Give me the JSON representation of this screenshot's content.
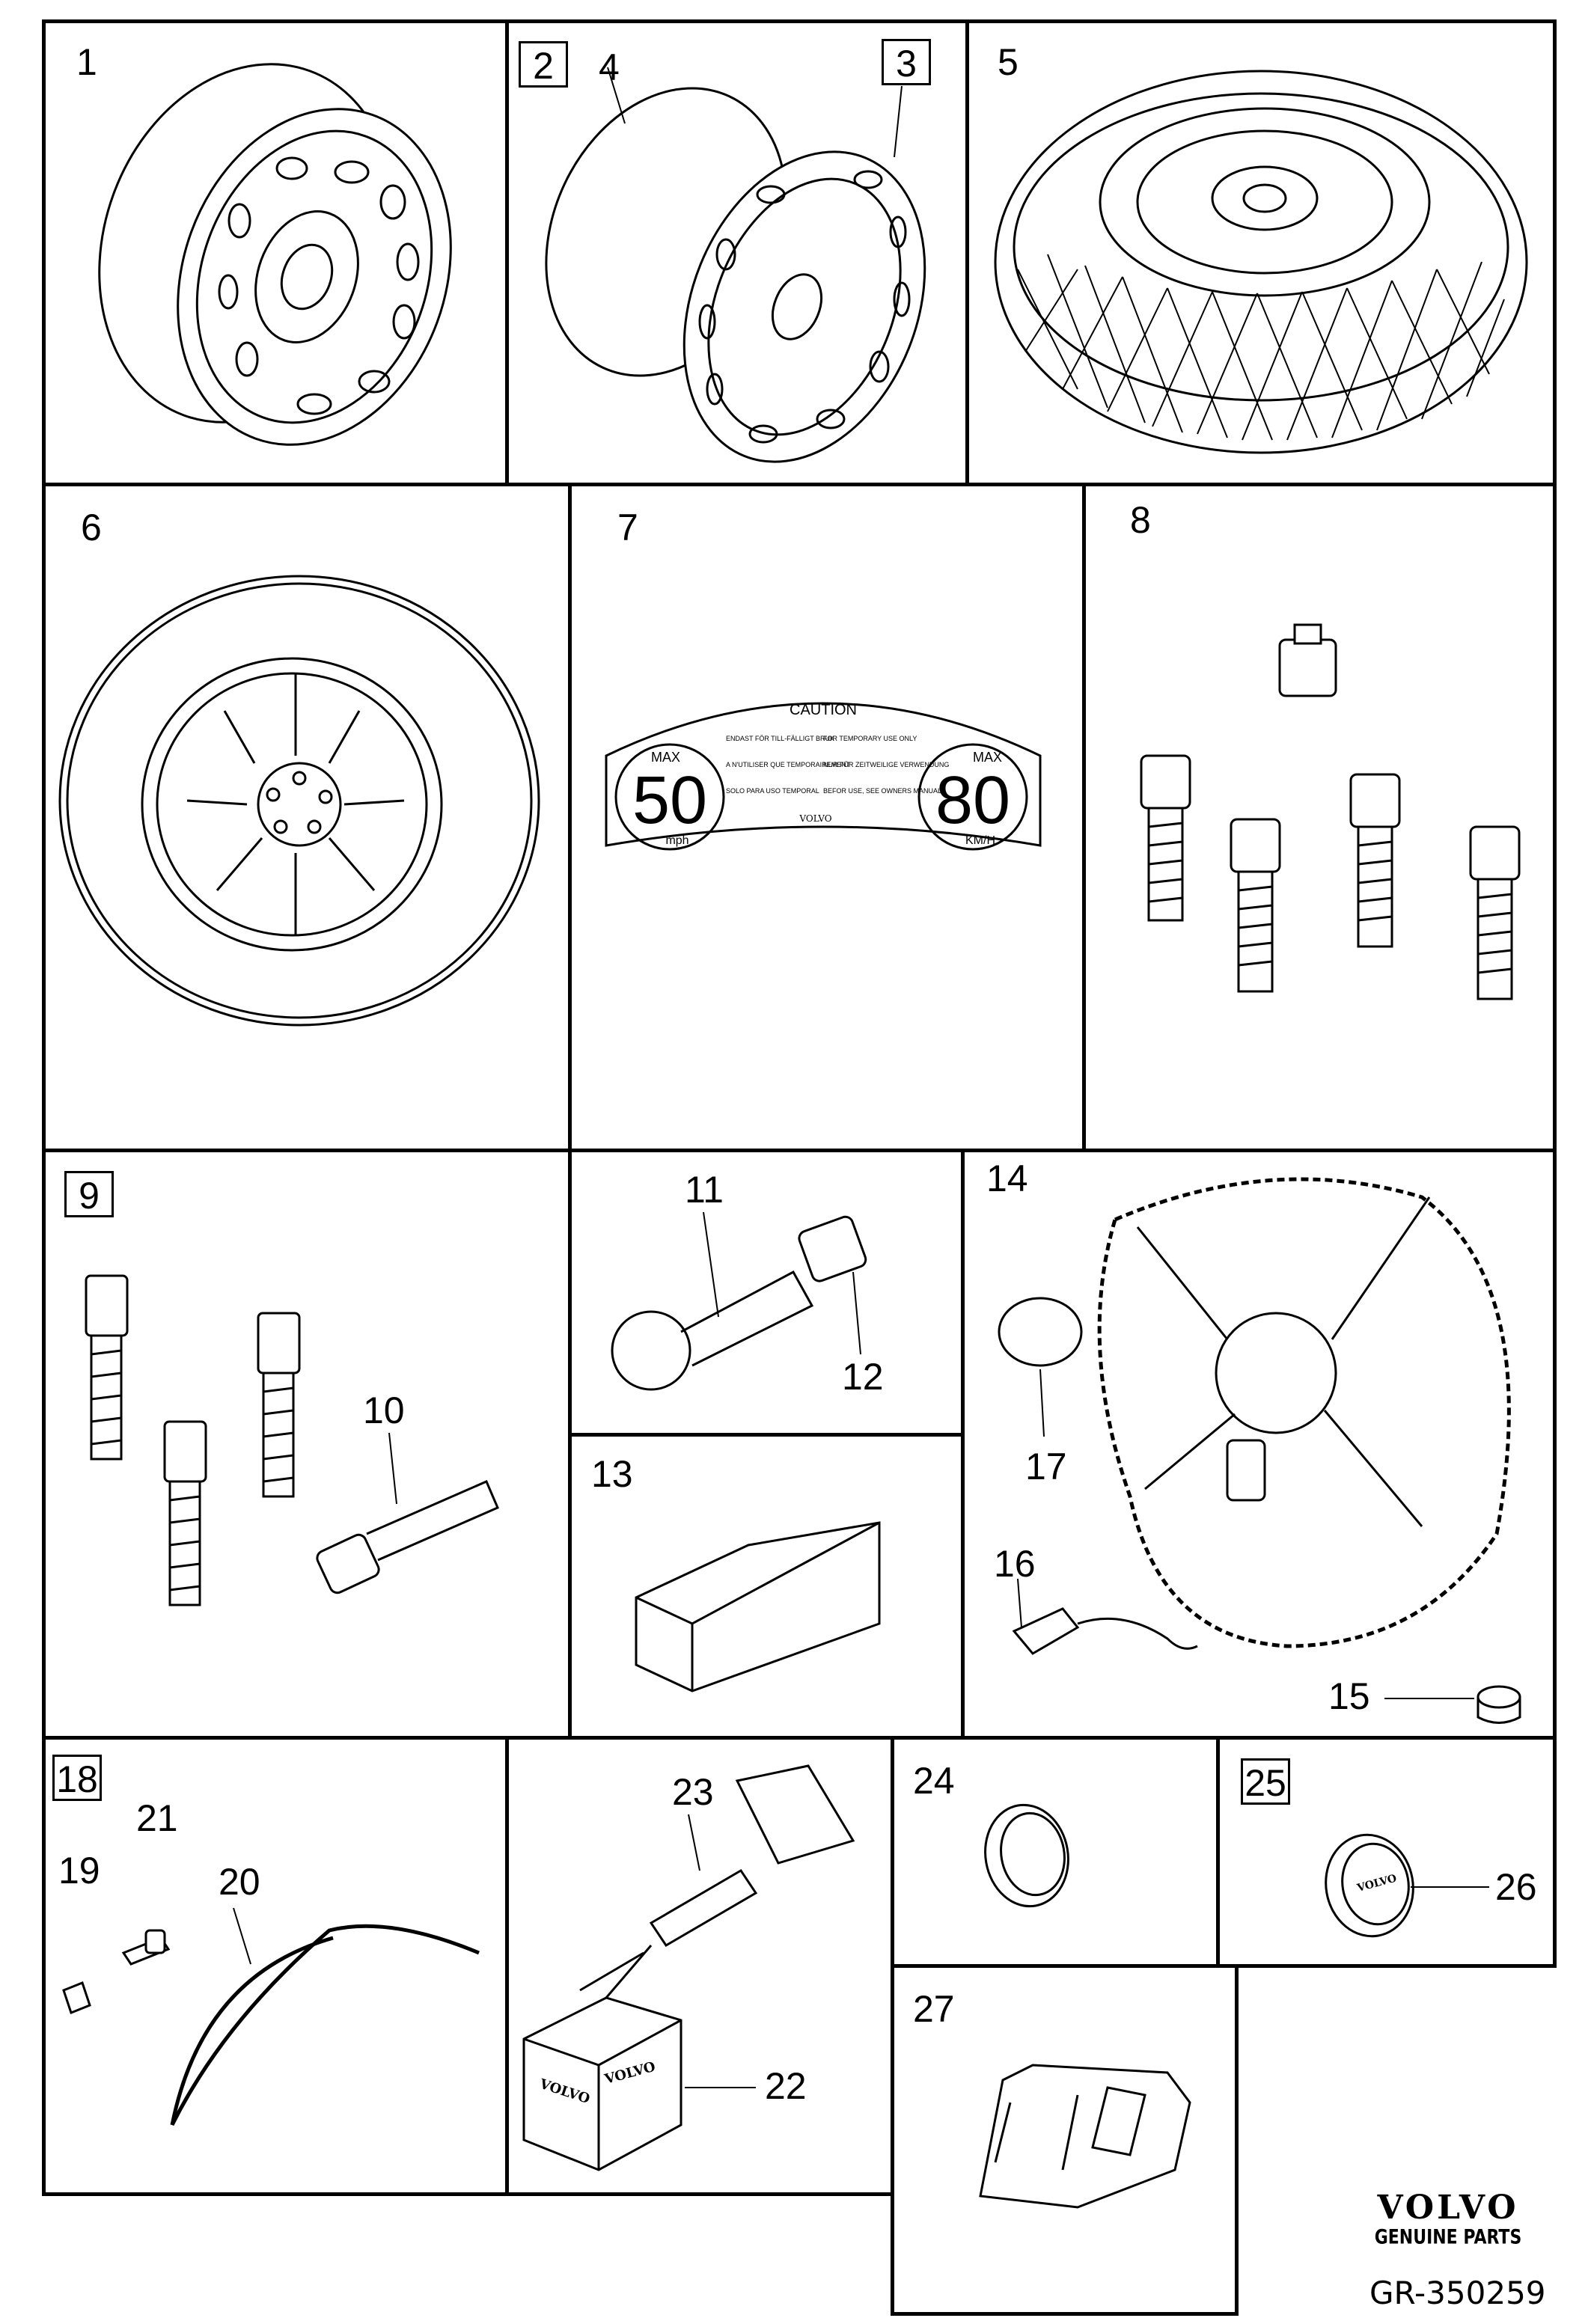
{
  "callouts": {
    "c1": "1",
    "c2": "2",
    "c3": "3",
    "c4": "4",
    "c5": "5",
    "c6": "6",
    "c7": "7",
    "c8": "8",
    "c9": "9",
    "c10": "10",
    "c11": "11",
    "c12": "12",
    "c13": "13",
    "c14": "14",
    "c15": "15",
    "c16": "16",
    "c17": "17",
    "c18": "18",
    "c19": "19",
    "c20": "20",
    "c21": "21",
    "c22": "22",
    "c23": "23",
    "c24": "24",
    "c25": "25",
    "c26": "26",
    "c27": "27"
  },
  "sticker": {
    "caution": "CAUTION",
    "max_left": "MAX",
    "speed_left": "50",
    "unit_left": "mph",
    "max_right": "MAX",
    "speed_right": "80",
    "unit_right": "KM/H",
    "text_sv": "ENDAST FÖR TILL-FÄLLIGT BRUK",
    "text_en": "FOR TEMPORARY USE ONLY",
    "text_fr": "A N'UTILISER QUE TEMPORAIREMENT",
    "text_de": "NUR FÜR ZEITWEILIGE VERWENDUNG",
    "text_es": "SOLO PARA USO TEMPORAL",
    "text_en2": "BEFOR USE, SEE OWNERS MANUAL",
    "brand": "VOLVO"
  },
  "box_print": {
    "left": "VOLVO",
    "right": "VOLVO"
  },
  "cap_print": "VOLVO",
  "brand": {
    "logo": "VOLVO",
    "tagline": "GENUINE PARTS"
  },
  "reference": "GR-350259"
}
